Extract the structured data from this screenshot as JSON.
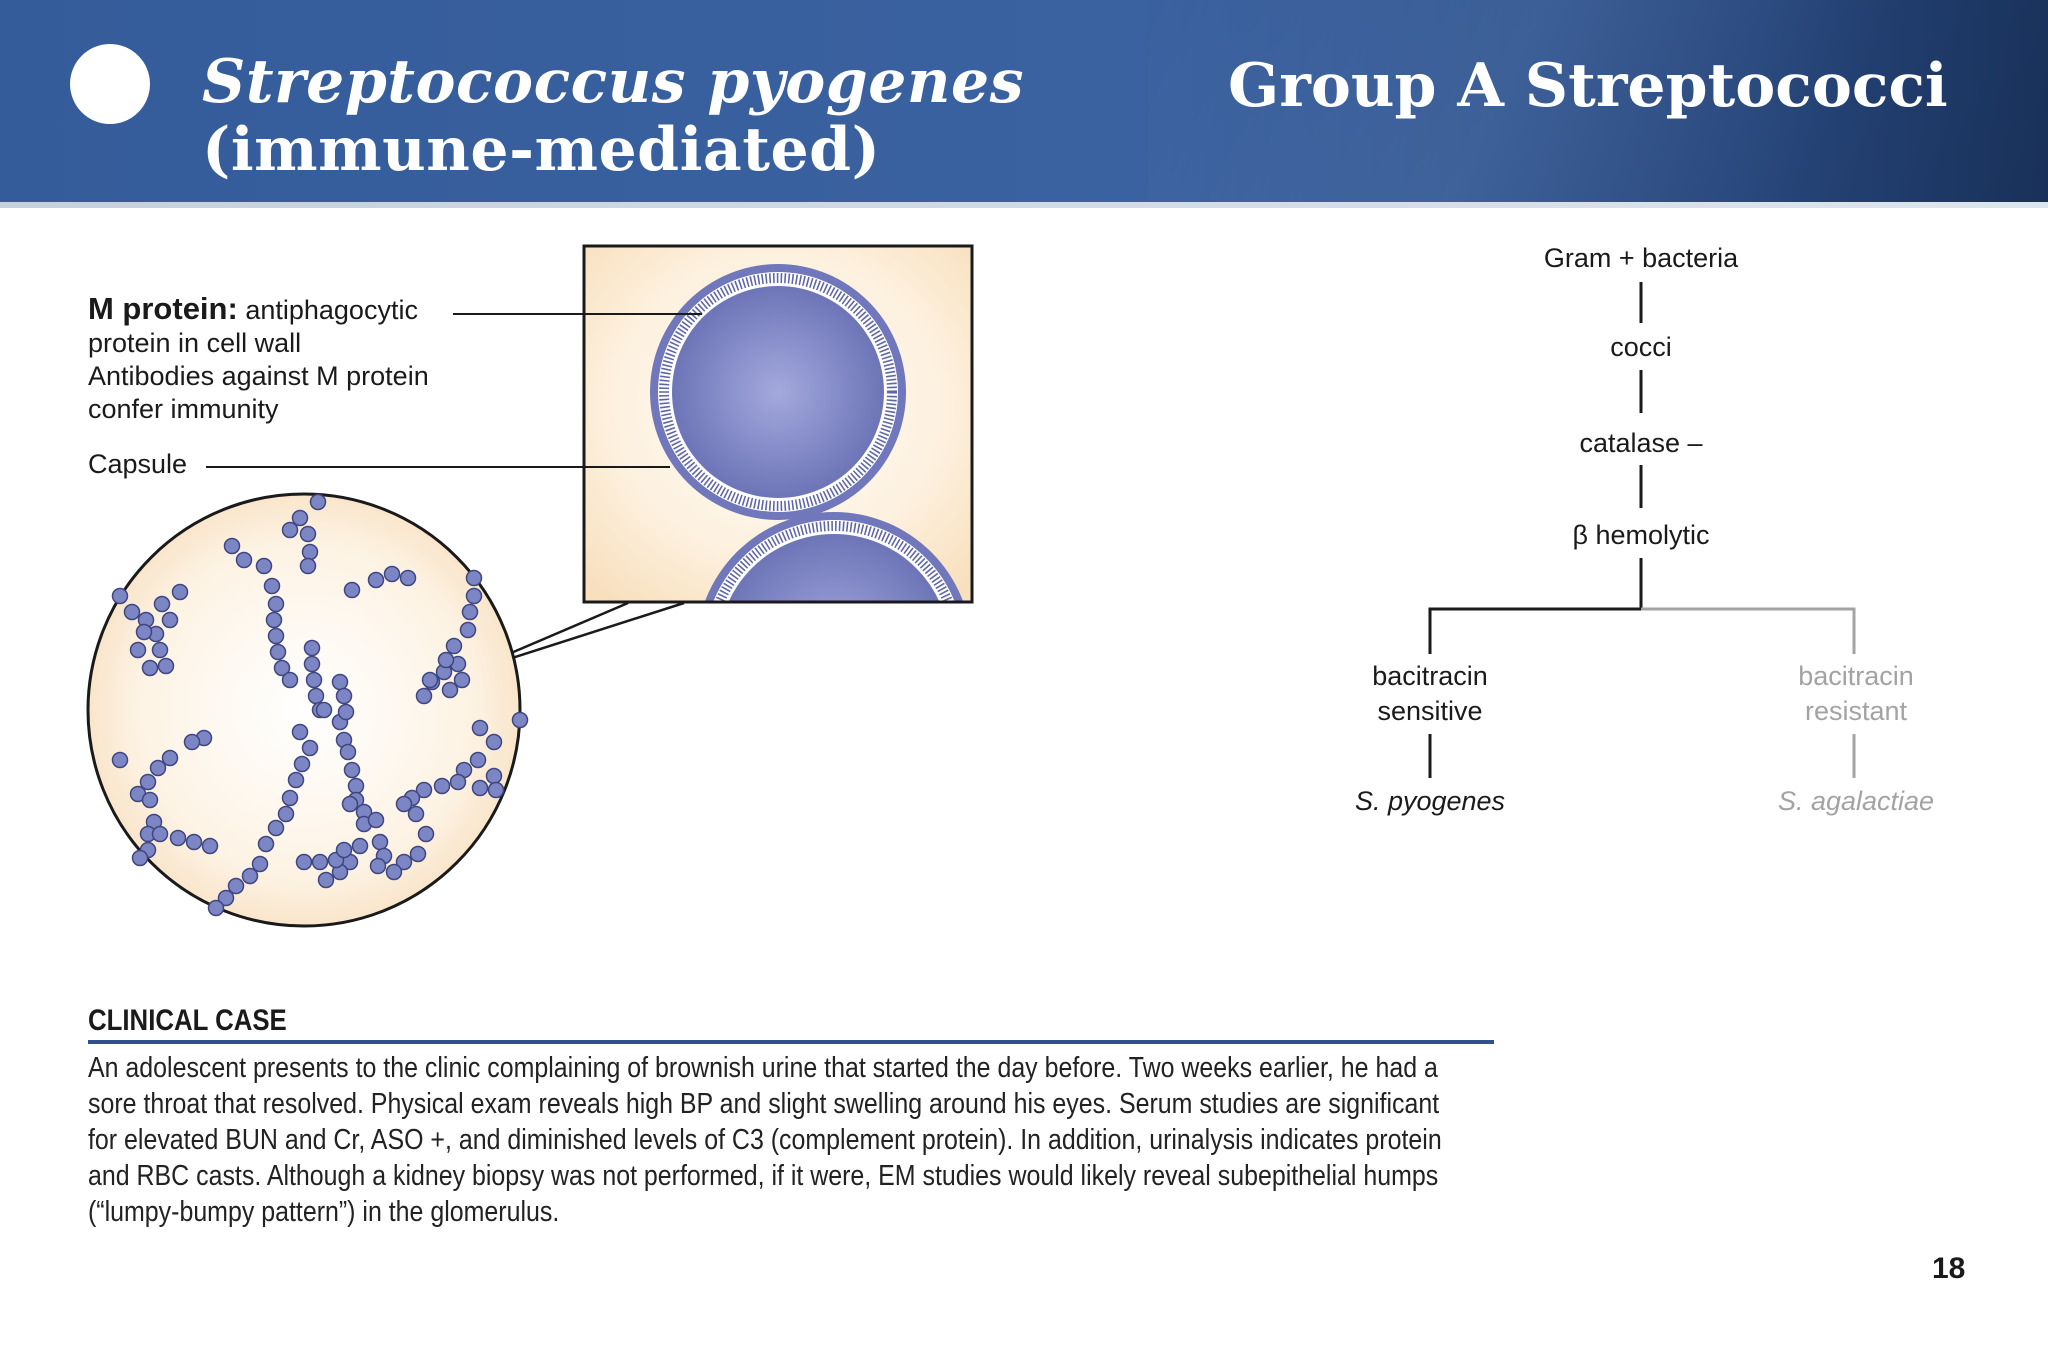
{
  "header": {
    "title_species": "Streptococcus pyogenes",
    "title_qualifier": "(immune-mediated)",
    "group_title": "Group A Streptococci"
  },
  "figure": {
    "m_protein_term": "M protein:",
    "m_protein_desc_1": "antiphagocytic",
    "m_protein_desc_2": "protein in cell wall",
    "m_protein_desc_3": "Antibodies against M protein",
    "m_protein_desc_4": "confer immunity",
    "capsule_label": "Capsule"
  },
  "flowchart": {
    "n1": "Gram + bacteria",
    "n2": "cocci",
    "n3": "catalase –",
    "n4": "β hemolytic",
    "left_branch_1": "bacitracin",
    "left_branch_2": "sensitive",
    "left_result": "S. pyogenes",
    "right_branch_1": "bacitracin",
    "right_branch_2": "resistant",
    "right_result": "S. agalactiae"
  },
  "clinical_case": {
    "heading": "CLINICAL CASE",
    "lines": [
      "An adolescent presents to the clinic complaining of brownish urine that started the day before. Two weeks earlier, he had a",
      "sore throat that resolved. Physical exam reveals high BP and slight swelling around his eyes. Serum studies are significant",
      "for elevated BUN and Cr, ASO +, and diminished levels of C3 (complement protein). In addition, urinalysis indicates protein",
      "and RBC casts. Although a kidney biopsy was not performed, if it were, EM studies would likely reveal subepithelial humps",
      "(“lumpy-bumpy pattern”) in the glomerulus."
    ]
  },
  "page_number": "18",
  "colors": {
    "header_blue": "#3b62a0",
    "rule_blue": "#2f4f8f",
    "cocci": "#7d86c4",
    "gray_branch": "#a3a3a3"
  }
}
